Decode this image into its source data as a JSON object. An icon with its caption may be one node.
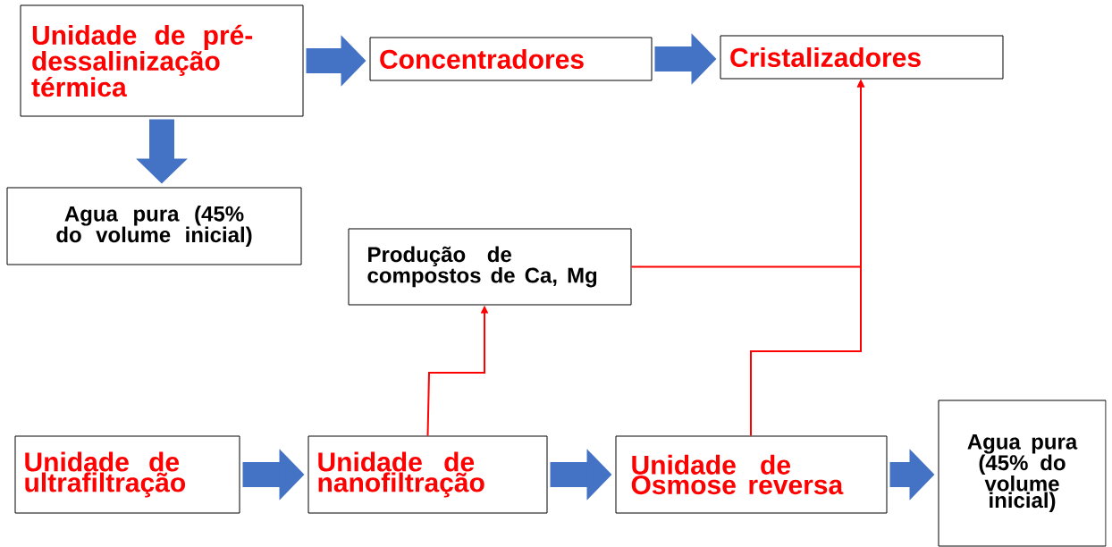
{
  "diagram": {
    "nodes": [
      {
        "text": [
          "Unidade de pré-dessalinização térmica"
        ]
      },
      {
        "text": [
          "Concentradores"
        ]
      },
      {
        "text": [
          "Cristalizadores"
        ]
      },
      {
        "text": [
          "Agua pura (45% do volume inicial)"
        ]
      },
      {
        "text": [
          "Produção de compostos de Ca, Mg"
        ]
      },
      {
        "text": [
          "Unidade de ultrafiltração"
        ]
      },
      {
        "text": [
          "Unidade de nanofiltração"
        ]
      },
      {
        "text": [
          "Unidade de Osmose reversa"
        ]
      },
      {
        "text": [
          "Agua pura (45% do volume inicial)"
        ]
      }
    ],
    "edges": [
      {
        "from": 0,
        "to": 1,
        "arrow": "to"
      },
      {
        "from": 1,
        "to": 2,
        "arrow": "to"
      },
      {
        "from": 0,
        "to": 3,
        "arrow": "to"
      },
      {
        "from": 5,
        "to": 6,
        "arrow": "to"
      },
      {
        "from": 6,
        "to": 7,
        "arrow": "to"
      },
      {
        "from": 7,
        "to": 8,
        "arrow": "to"
      },
      {
        "from": 6,
        "to": 4,
        "arrow": "to",
        "color": "#ff0000"
      },
      {
        "from": 4,
        "to": 2,
        "arrow": "to",
        "color": "#ff0000"
      },
      {
        "from": 7,
        "to": 2,
        "arrow": "to",
        "color": "#ff0000"
      }
    ]
  }
}
